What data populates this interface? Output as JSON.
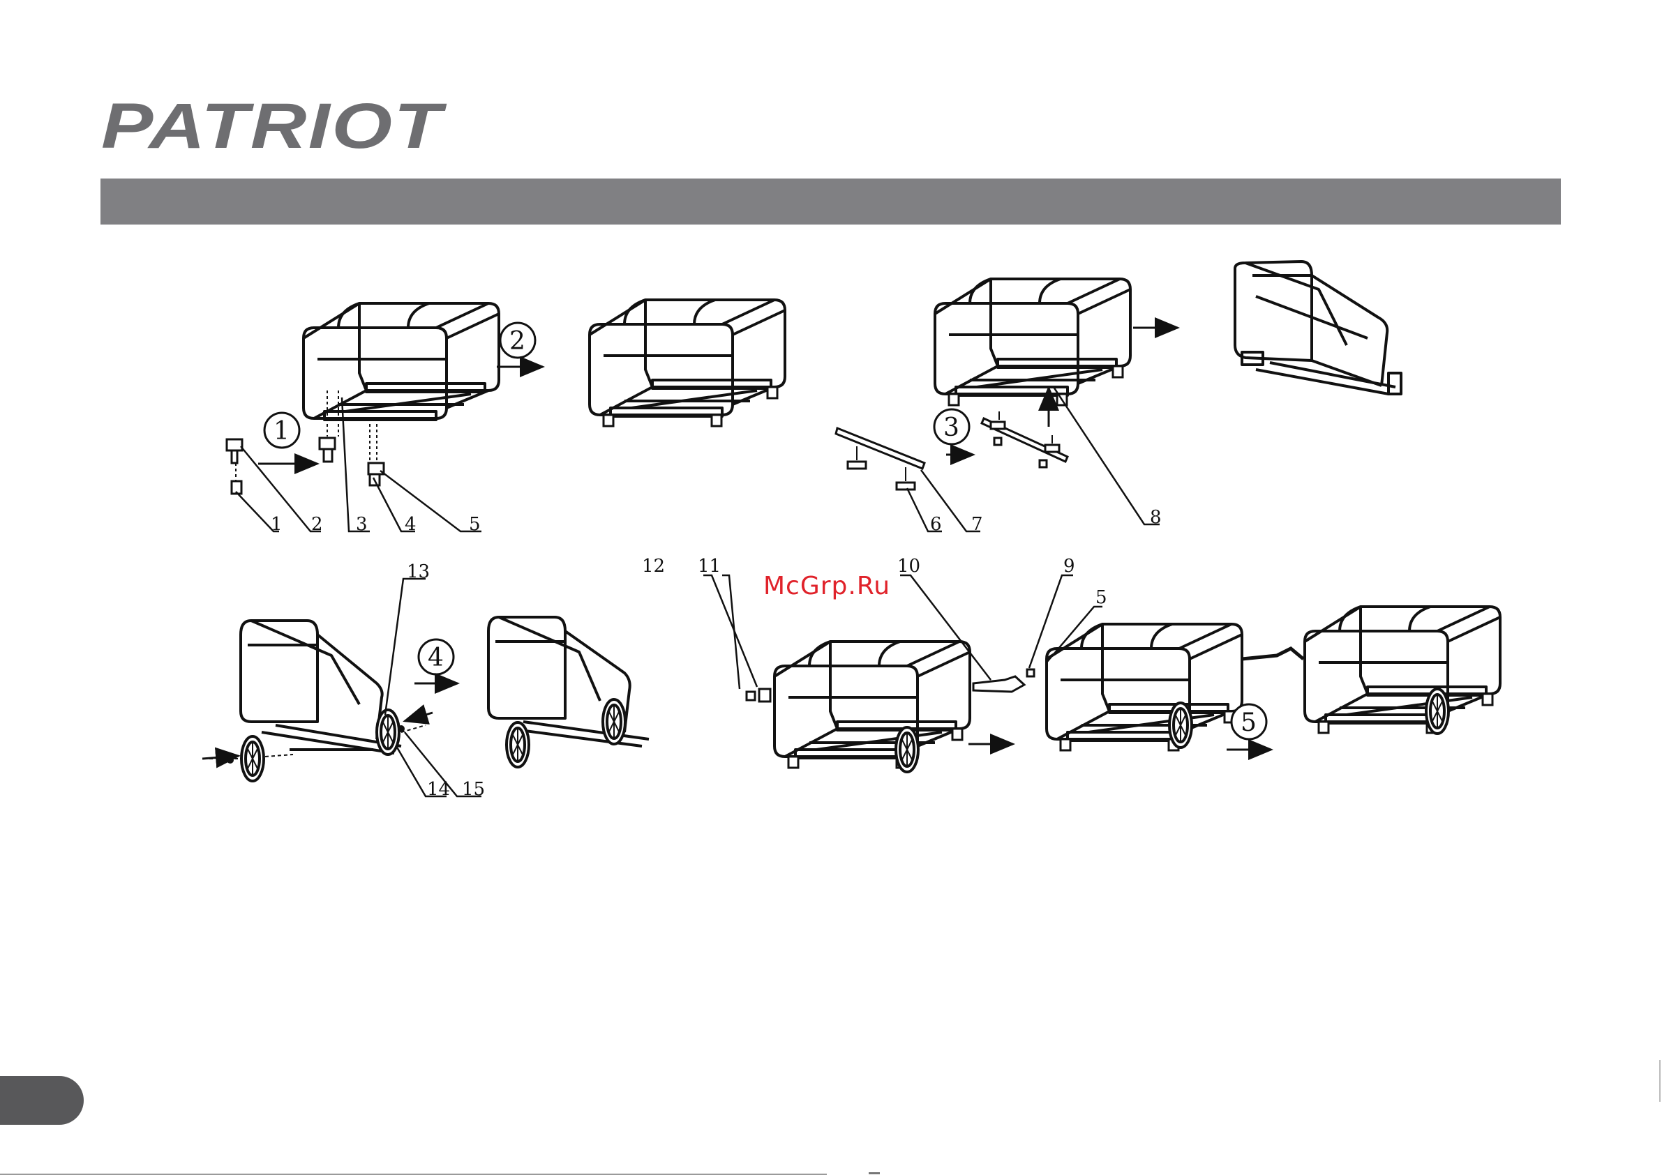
{
  "brand": {
    "logo_text": "PATRIOT",
    "logo_color": "#6e6e71"
  },
  "header_bar": {
    "color": "#808083"
  },
  "watermark": {
    "text": "McGrp.Ru",
    "color": "#e0222a"
  },
  "page_tab": {
    "color": "#58585a"
  },
  "steps": [
    "1",
    "2",
    "3",
    "4",
    "5"
  ],
  "part_labels": {
    "p1": "1",
    "p2": "2",
    "p3": "3",
    "p4": "4",
    "p5": "5",
    "p6": "6",
    "p7": "7",
    "p8": "8",
    "p9": "9",
    "p10": "10",
    "p11": "11",
    "p12": "12",
    "p13": "13",
    "p14": "14",
    "p15": "15",
    "p5b": "5"
  }
}
